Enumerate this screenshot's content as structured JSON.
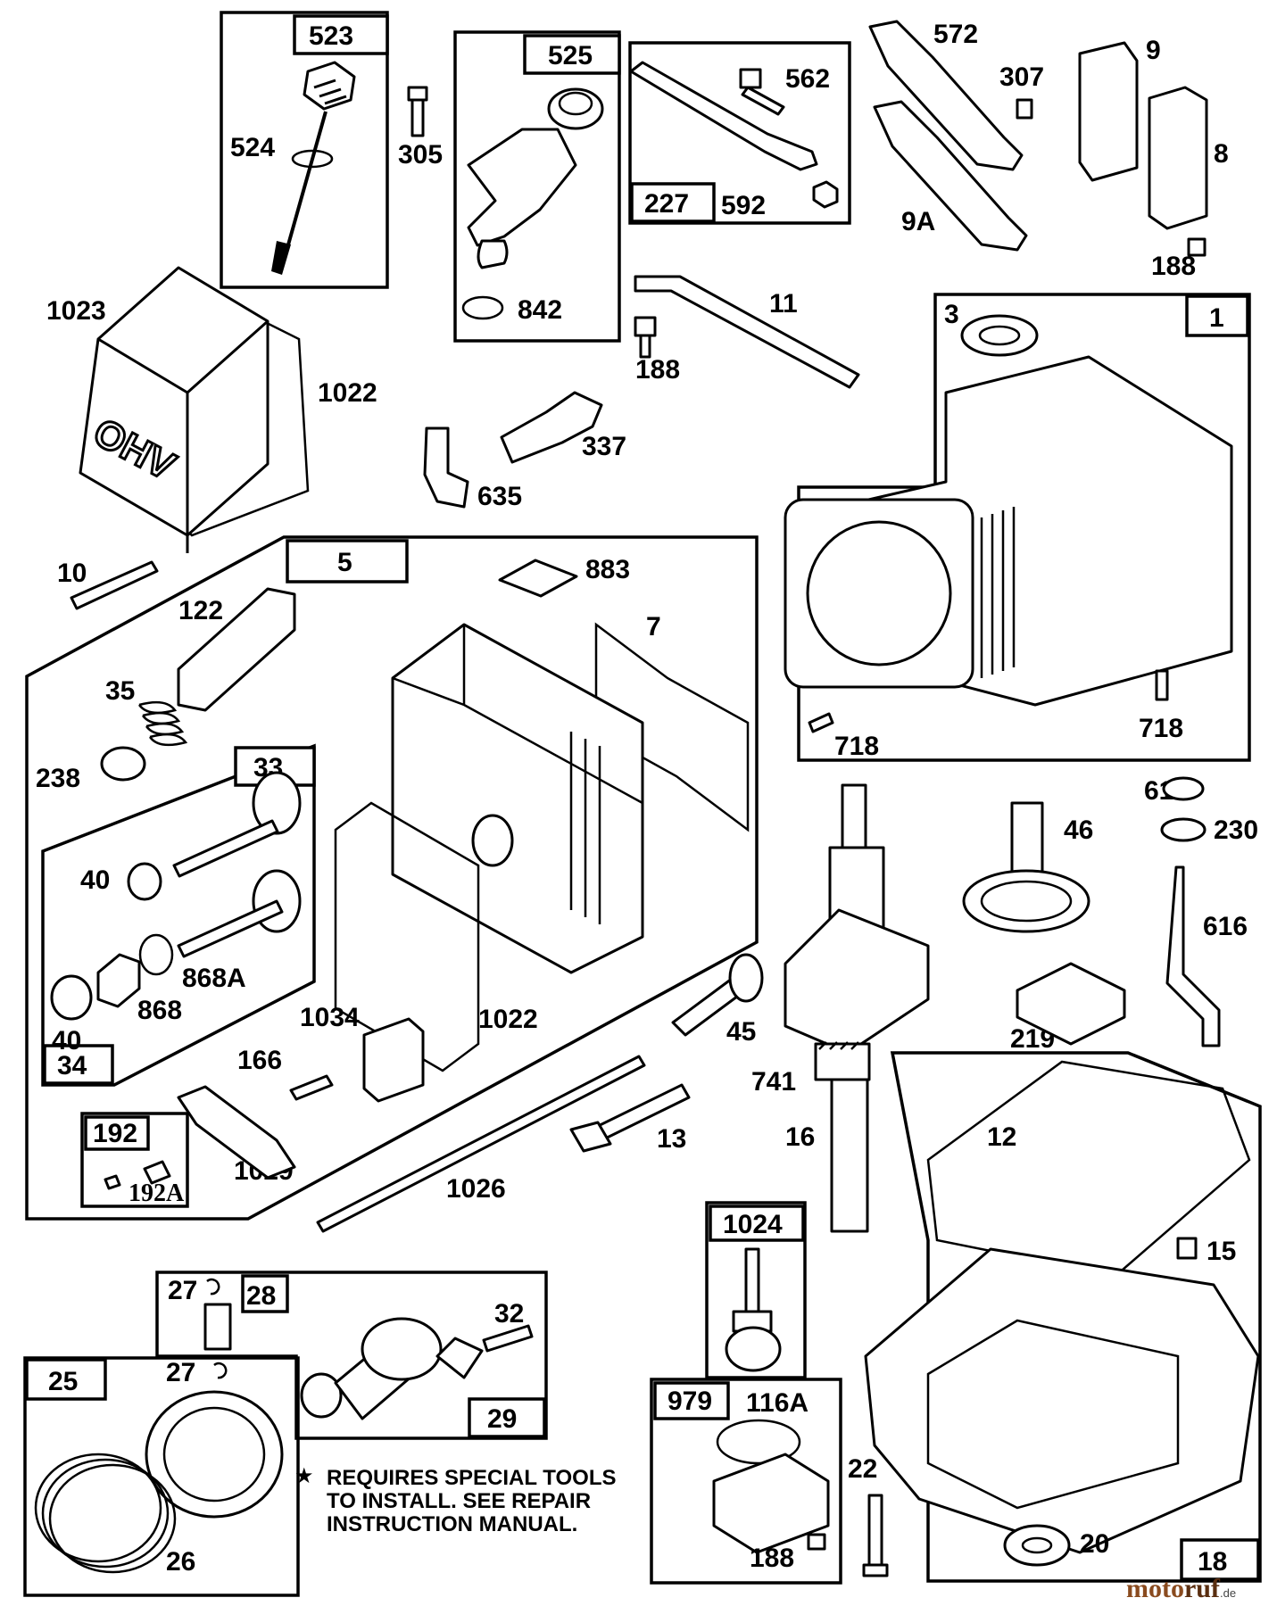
{
  "labels": {
    "l523": "523",
    "l524": "524",
    "l305": "305",
    "l525": "525",
    "l842": "842",
    "l562": "562",
    "l227": "227",
    "l592": "592",
    "l572": "572",
    "l307": "307",
    "l9": "9",
    "l9a": "9A",
    "l8": "8",
    "l188a": "188",
    "l1023": "1023",
    "l1022a": "1022",
    "l11": "11",
    "l188b": "188",
    "l337": "337",
    "l635": "635",
    "l3": "3",
    "l1": "1",
    "l10": "10",
    "l5": "5",
    "l883": "883",
    "l122": "122",
    "l7": "7",
    "l35": "35",
    "l238": "238",
    "l33": "33",
    "l40a": "40",
    "l868a": "868A",
    "l868": "868",
    "l40b": "40",
    "l34": "34",
    "l1034": "1034",
    "l1022b": "1022",
    "l166": "166",
    "l192": "192",
    "l192a": "192A",
    "l1029": "1029",
    "l718a": "718",
    "l718b": "718",
    "l615": "615",
    "l230": "230",
    "l46": "46",
    "l616": "616",
    "l219": "219",
    "l45": "45",
    "l741": "741",
    "l16": "16",
    "l13": "13",
    "l1026": "1026",
    "l12": "12",
    "l15": "15",
    "l1024": "1024",
    "l27a": "27",
    "l28": "28",
    "l32": "32",
    "l25": "25",
    "l27b": "27",
    "l29": "29",
    "l26": "26",
    "l979": "979",
    "l116a": "116A",
    "l22": "22",
    "l188c": "188",
    "l20": "20",
    "l18": "18"
  },
  "note": {
    "line1": "REQUIRES SPECIAL TOOLS",
    "line2": "TO INSTALL.  SEE REPAIR",
    "line3": "INSTRUCTION MANUAL."
  },
  "icons": {
    "note_marker": "★",
    "circlip": "circlip-icon",
    "valve": "valve-icon",
    "gasket": "gasket-icon",
    "crankshaft": "crankshaft-icon",
    "camshaft": "camshaft-icon",
    "piston": "piston-icon",
    "spark_plug": "spark-plug-icon"
  },
  "watermark": {
    "moto": "moto",
    "ruf": "ruf",
    "tld": ".de"
  },
  "colors": {
    "ink": "#000000",
    "paper": "#ffffff",
    "watermark_brown": "#8a4b1f",
    "watermark_dark": "#5a2e10",
    "watermark_orange": "#e07a10",
    "watermark_green": "#2e8b2e",
    "watermark_blue": "#2256b8"
  }
}
